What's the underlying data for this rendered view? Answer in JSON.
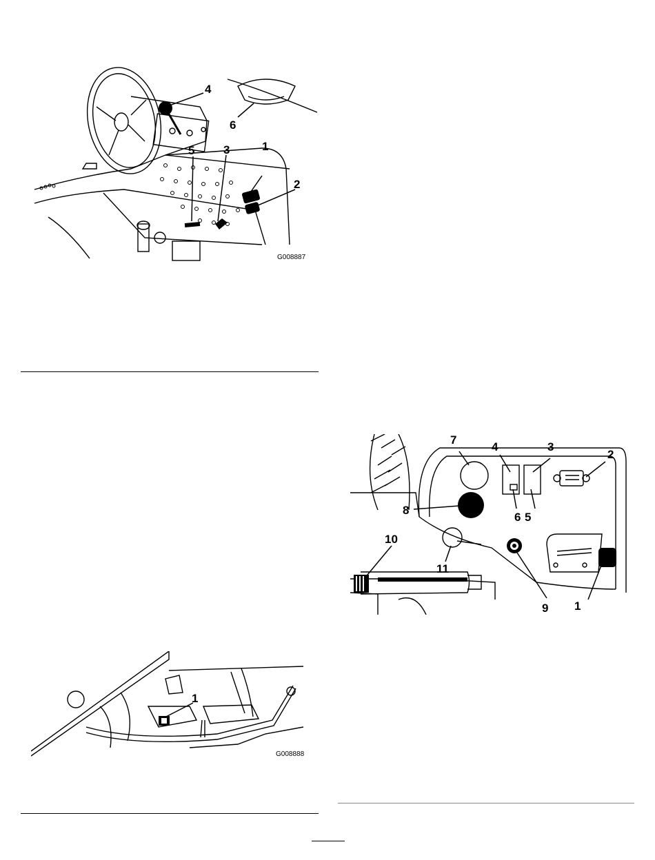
{
  "figure1": {
    "code": "G008887",
    "callouts": [
      "1",
      "2",
      "3",
      "4",
      "5",
      "6"
    ]
  },
  "figure2": {
    "code": "G008888",
    "callouts": [
      "1"
    ]
  },
  "figure3": {
    "callouts": [
      "1",
      "2",
      "3",
      "4",
      "5",
      "6",
      "7",
      "8",
      "9",
      "10",
      "11"
    ]
  }
}
